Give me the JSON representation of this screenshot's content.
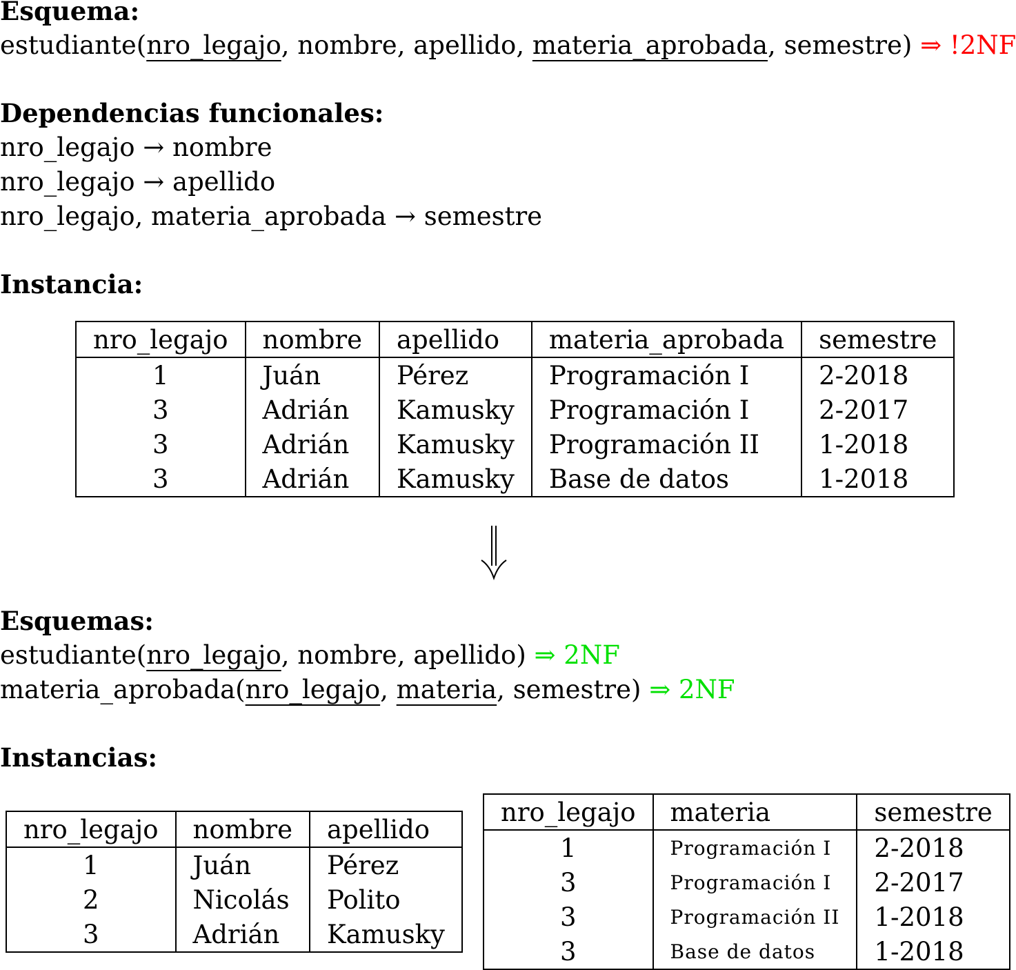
{
  "section1": {
    "heading": "Esquema:",
    "schema": {
      "name": "estudiante(",
      "key1": "nro_legajo",
      "mid": ", nombre, apellido, ",
      "key2": "materia_aprobada",
      "end": ", semestre) ",
      "verdict": "⇒ !2NF"
    }
  },
  "section2": {
    "heading": "Dependencias funcionales:",
    "deps": [
      "nro_legajo → nombre",
      "nro_legajo → apellido",
      "nro_legajo, materia_aprobada → semestre"
    ]
  },
  "section3": {
    "heading": "Instancia:",
    "table": {
      "headers": [
        "nro_legajo",
        "nombre",
        "apellido",
        "materia_aprobada",
        "semestre"
      ],
      "rows": [
        [
          "1",
          "Juán",
          "Pérez",
          "Programación I",
          "2-2018"
        ],
        [
          "3",
          "Adrián",
          "Kamusky",
          "Programación I",
          "2-2017"
        ],
        [
          "3",
          "Adrián",
          "Kamusky",
          "Programación II",
          "1-2018"
        ],
        [
          "3",
          "Adrián",
          "Kamusky",
          "Base de datos",
          "1-2018"
        ]
      ]
    }
  },
  "section4": {
    "heading": "Esquemas:",
    "schema1": {
      "name": "estudiante(",
      "key1": "nro_legajo",
      "end": ", nombre, apellido) ",
      "verdict": "⇒ 2NF"
    },
    "schema2": {
      "name": "materia_aprobada(",
      "key1": "nro_legajo",
      "sep": ", ",
      "key2": "materia",
      "end": ", semestre) ",
      "verdict": "⇒ 2NF"
    }
  },
  "section5": {
    "heading": "Instancias:",
    "table1": {
      "headers": [
        "nro_legajo",
        "nombre",
        "apellido"
      ],
      "rows": [
        [
          "1",
          "Juán",
          "Pérez"
        ],
        [
          "2",
          "Nicolás",
          "Polito"
        ],
        [
          "3",
          "Adrián",
          "Kamusky"
        ]
      ]
    },
    "table2": {
      "headers": [
        "nro_legajo",
        "materia",
        "semestre"
      ],
      "rows": [
        [
          "1",
          "Programación I",
          "2-2018"
        ],
        [
          "3",
          "Programación I",
          "2-2017"
        ],
        [
          "3",
          "Programación II",
          "1-2018"
        ],
        [
          "3",
          "Base de datos",
          "1-2018"
        ]
      ]
    }
  },
  "colors": {
    "violation": "#ff0000",
    "ok": "#00e000"
  }
}
